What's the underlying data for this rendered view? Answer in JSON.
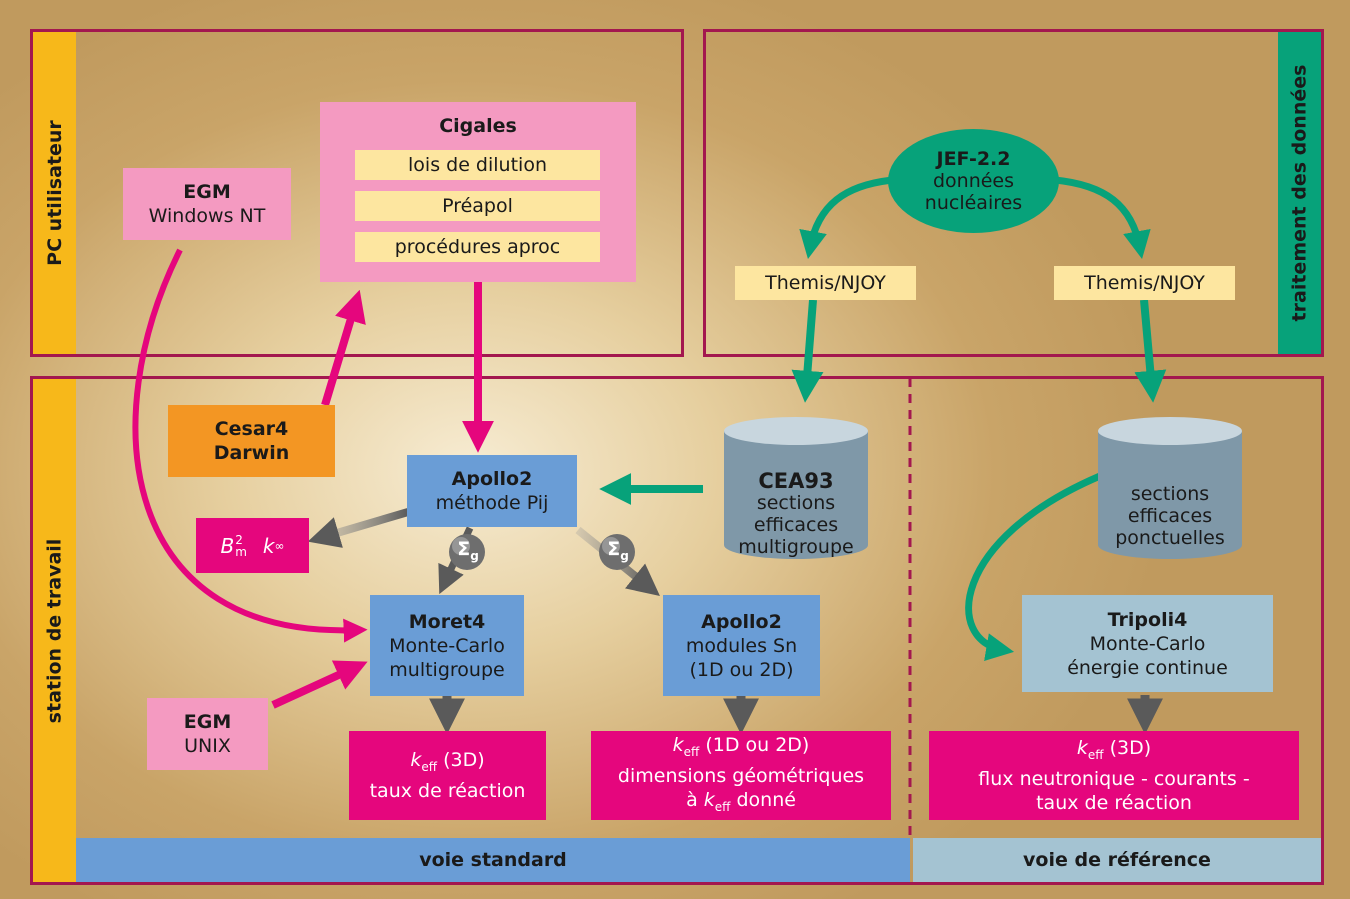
{
  "regions": {
    "pc": "PC utilisateur",
    "station": "station de travail",
    "traitement": "traitement des données"
  },
  "cigales": {
    "title": "Cigales",
    "items": [
      "lois de dilution",
      "Préapol",
      "procédures aproc"
    ]
  },
  "egm_nt": {
    "title": "EGM",
    "sub": "Windows NT"
  },
  "egm_unix": {
    "title": "EGM",
    "sub": "UNIX"
  },
  "cesar": {
    "line1": "Cesar4",
    "line2": "Darwin"
  },
  "jef": {
    "title": "JEF-2.2",
    "line1": "données",
    "line2": "nucléaires"
  },
  "themis_left": "Themis/NJOY",
  "themis_right": "Themis/NJOY",
  "apollo_pij": {
    "title": "Apollo2",
    "sub": "méthode Pij"
  },
  "cea93": {
    "title": "CEA93",
    "line1": "sections",
    "line2": "efficaces",
    "line3": "multigroupe"
  },
  "ponctuelles": {
    "line1": "sections",
    "line2": "efficaces",
    "line3": "ponctuelles"
  },
  "moret": {
    "title": "Moret4",
    "line1": "Monte-Carlo",
    "line2": "multigroupe"
  },
  "apollo_sn": {
    "title": "Apollo2",
    "line1": "modules Sn",
    "line2": "(1D ou 2D)"
  },
  "tripoli": {
    "title": "Tripoli4",
    "line1": "Monte-Carlo",
    "line2": "énergie continue"
  },
  "bm": {
    "b": "B",
    "m": "m",
    "two": "2",
    "k": "k",
    "inf": "∞"
  },
  "sigma_label": "Σ",
  "sigma_sub": "g",
  "result_moret": {
    "k": "k",
    "eff": "eff",
    "line1_rest": " (3D)",
    "line2": "taux de réaction"
  },
  "result_sn": {
    "k": "k",
    "eff": "eff",
    "line1_rest": " (1D ou 2D)",
    "line2": "dimensions géométriques",
    "line3_pre": "à ",
    "line3_post": " donné"
  },
  "result_tripoli": {
    "k": "k",
    "eff": "eff",
    "line1_rest": " (3D)",
    "line2": "flux neutronique - courants -",
    "line3": "taux de réaction"
  },
  "voie_standard": "voie standard",
  "voie_reference": "voie de référence",
  "colors": {
    "border": "#a3174f",
    "pink": "#f49ac1",
    "magenta": "#e5067d",
    "blue": "#6a9dd6",
    "grayblue": "#a4c3d2",
    "orange": "#f39623",
    "yellow": "#fde6a0",
    "green": "#07a27a",
    "side_yellow": "#f7b81a"
  }
}
